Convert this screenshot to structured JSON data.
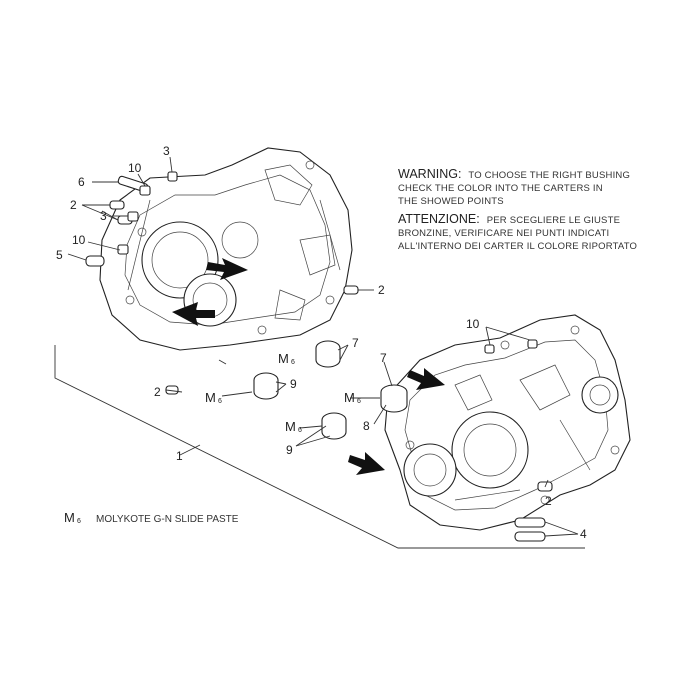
{
  "warning": {
    "en_heading": "WARNING:",
    "en_line1": "TO CHOOSE THE RIGHT BUSHING",
    "en_line2": "CHECK THE COLOR INTO THE CARTERS IN",
    "en_line3": "THE SHOWED POINTS",
    "it_heading": "ATTENZIONE:",
    "it_line1": "PER SCEGLIERE LE GIUSTE",
    "it_line2": "BRONZINE, VERIFICARE NEI PUNTI INDICATI",
    "it_line3": "ALL'INTERNO DEI CARTER IL COLORE RIPORTATO"
  },
  "legend": {
    "symbol": "M",
    "symbol_sup": "6",
    "text": "MOLYKOTE G-N SLIDE PASTE"
  },
  "callouts": {
    "c1": "1",
    "c2a": "2",
    "c2b": "2",
    "c2c": "2",
    "c2d": "2",
    "c3a": "3",
    "c3b": "3",
    "c4": "4",
    "c5": "5",
    "c6": "6",
    "c7a": "7",
    "c7b": "7",
    "c8": "8",
    "c9a": "9",
    "c9b": "9",
    "c10a": "10",
    "c10b": "10",
    "c10c": "10"
  },
  "m_marks": {
    "m1": "M",
    "m2": "M",
    "m3": "M",
    "m4": "M",
    "sup": "6"
  },
  "icons": [
    "pointer-arrow-icon",
    "bushing-icon",
    "dowel-pin-icon"
  ]
}
